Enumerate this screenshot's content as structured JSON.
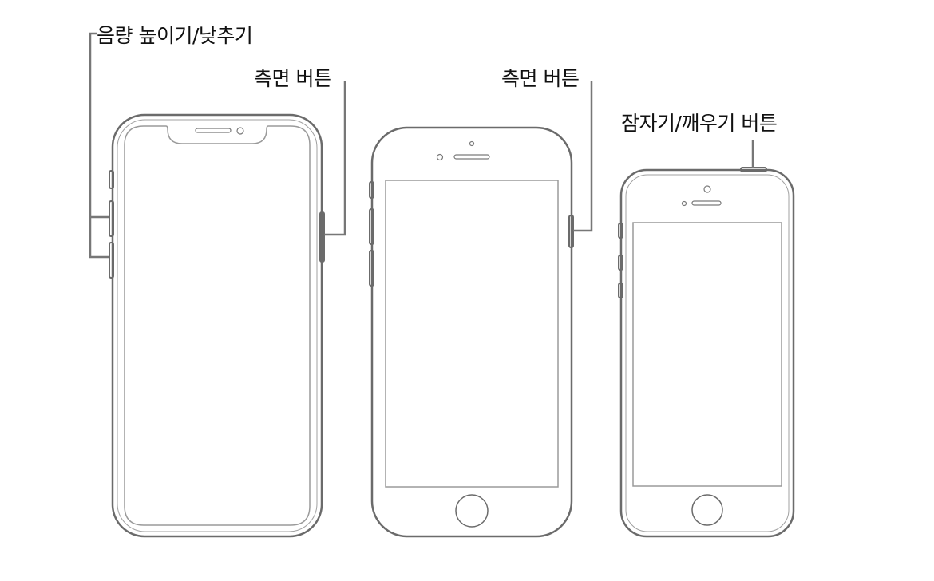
{
  "labels": {
    "volume_buttons": "음량 높이기/낮추기",
    "side_button_1": "측면 버튼",
    "side_button_2": "측면 버튼",
    "sleep_wake_button": "잠자기/깨우기 버튼"
  },
  "colors": {
    "device_outline": "#6b6b6b",
    "device_inner": "#9a9a9a",
    "callout_line": "#777777",
    "text": "#111111",
    "background": "#ffffff"
  }
}
